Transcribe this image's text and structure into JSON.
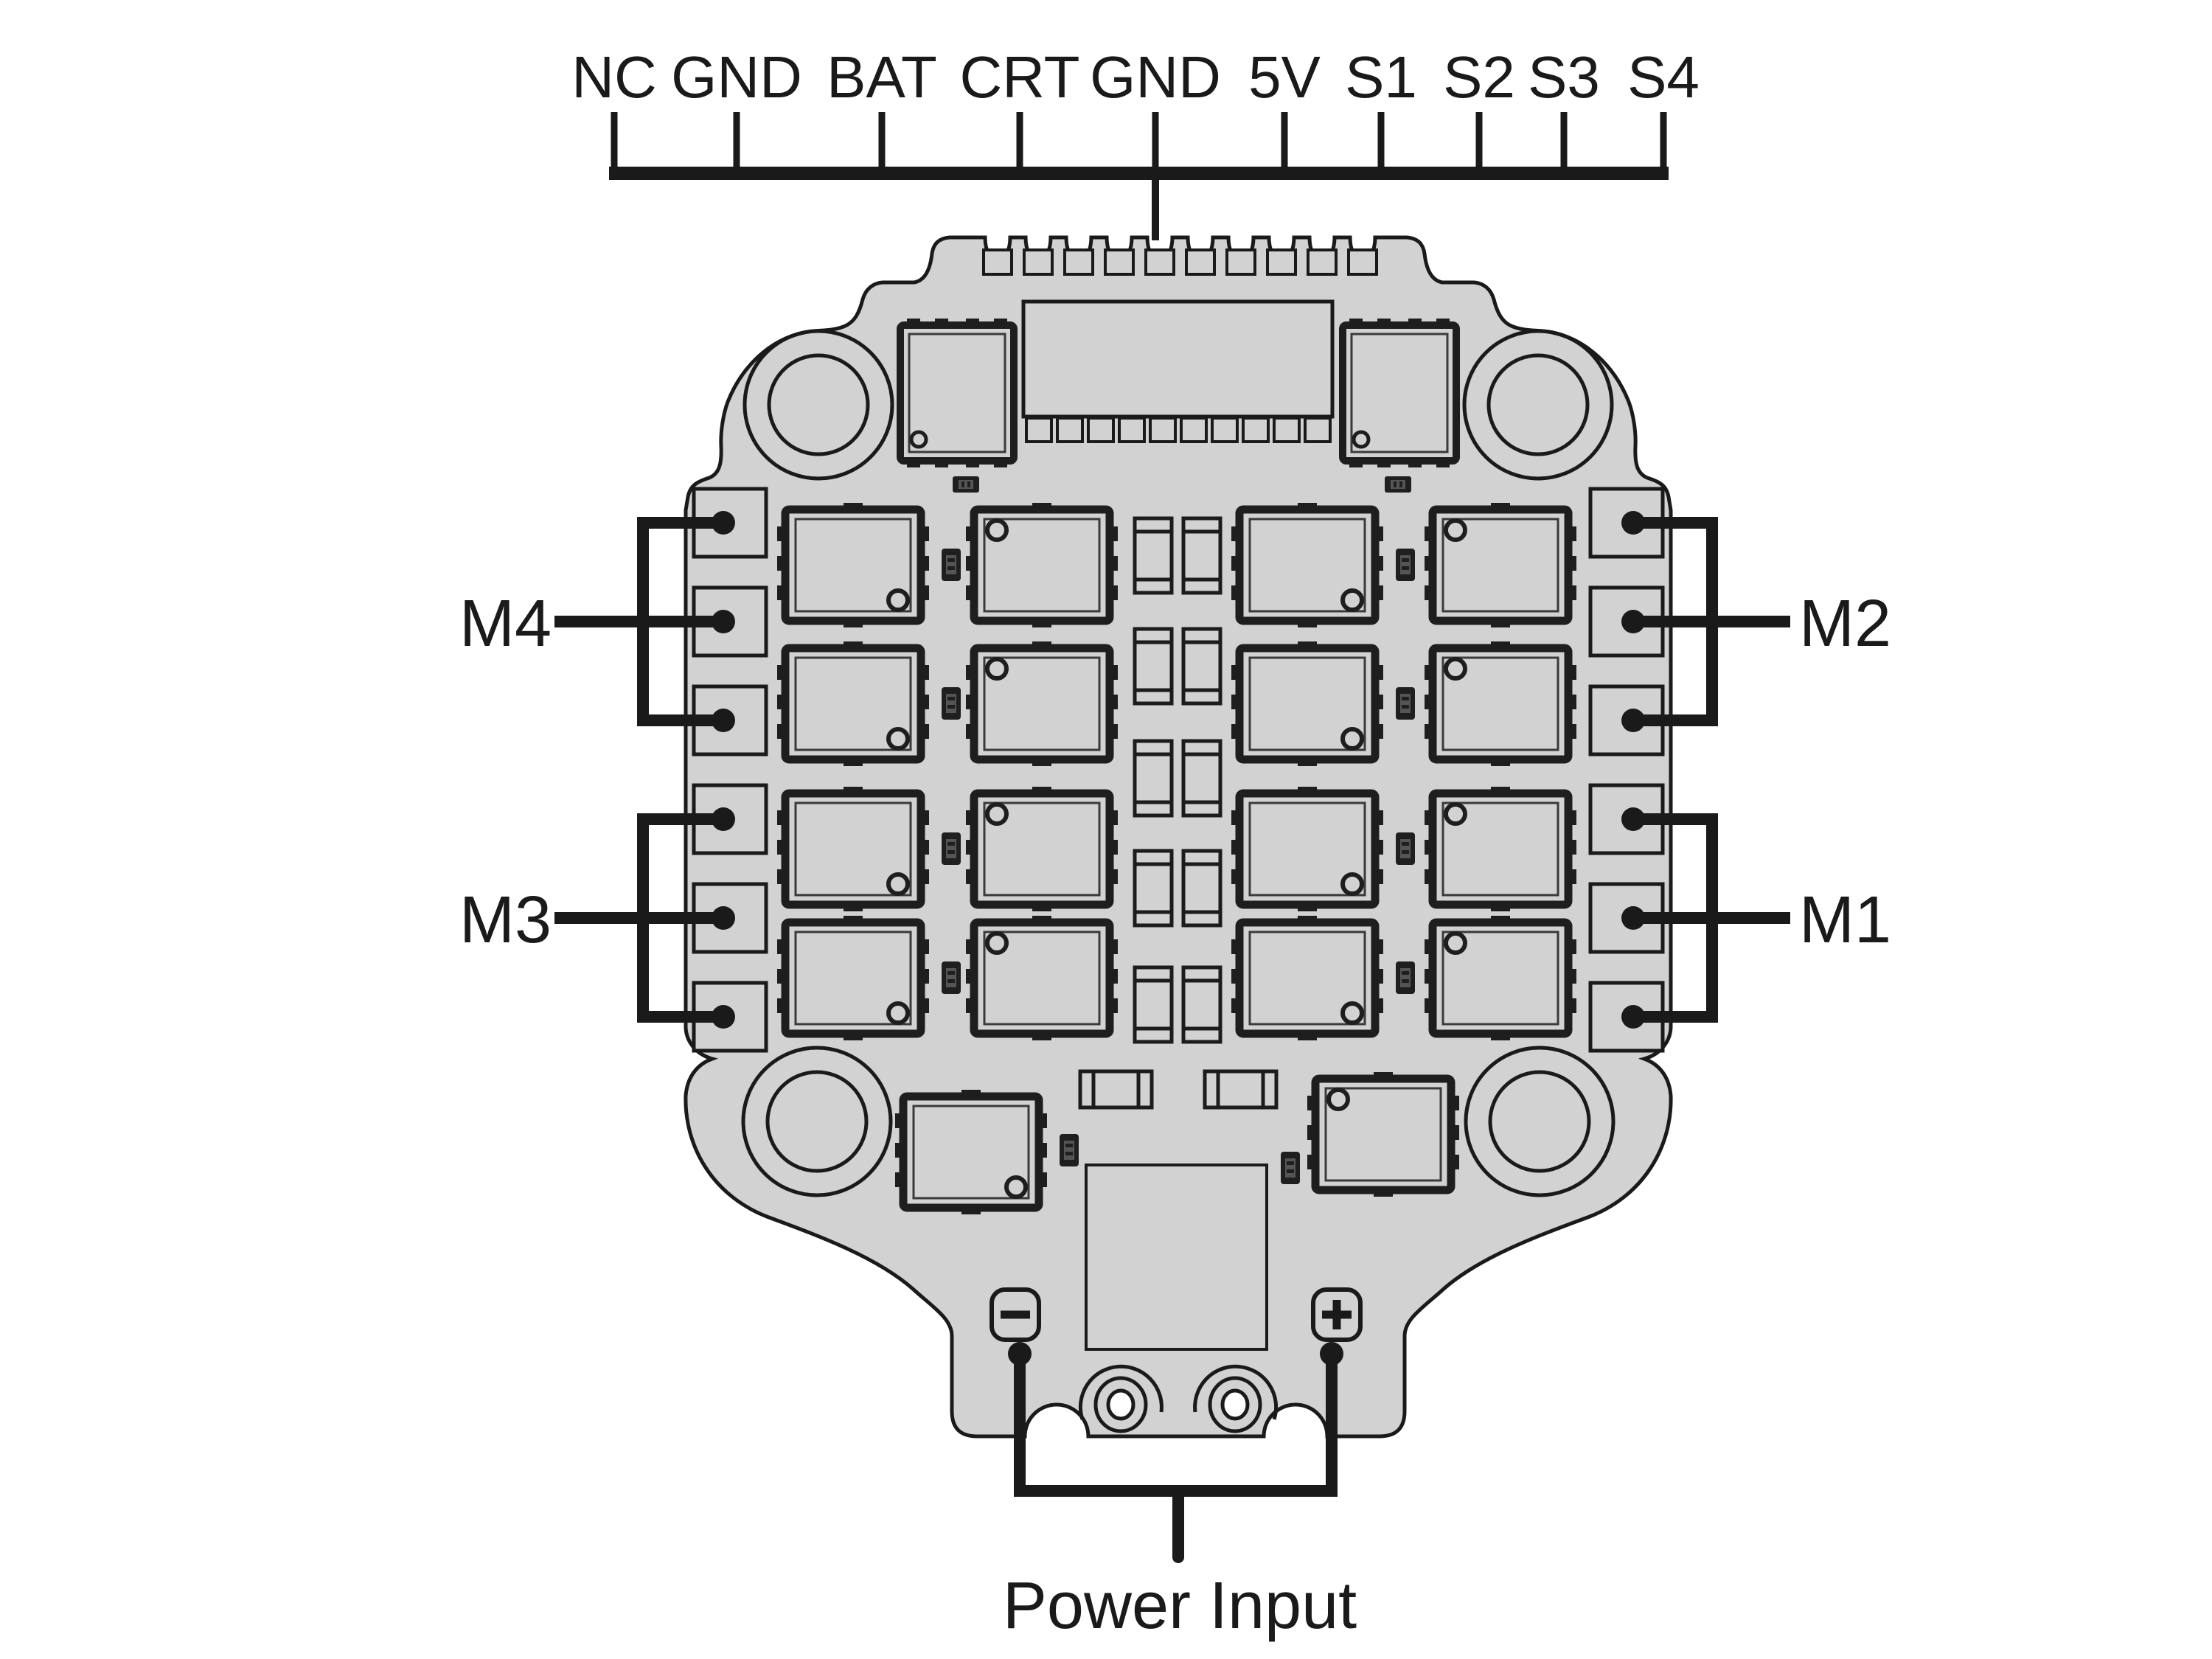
{
  "pinout": {
    "pins": [
      "NC",
      "GND",
      "BAT",
      "CRT",
      "GND",
      "5V",
      "S1",
      "S2",
      "S3",
      "S4"
    ]
  },
  "motor_labels": {
    "m4": "M4",
    "m3": "M3",
    "m2": "M2",
    "m1": "M1"
  },
  "power": {
    "label": "Power Input",
    "negative_symbol": "−",
    "positive_symbol": "+"
  },
  "colors": {
    "background": "#ffffff",
    "board_fill": "#d2d2d2",
    "line": "#1a1a1a",
    "component_dark": "#1f1f1f"
  }
}
